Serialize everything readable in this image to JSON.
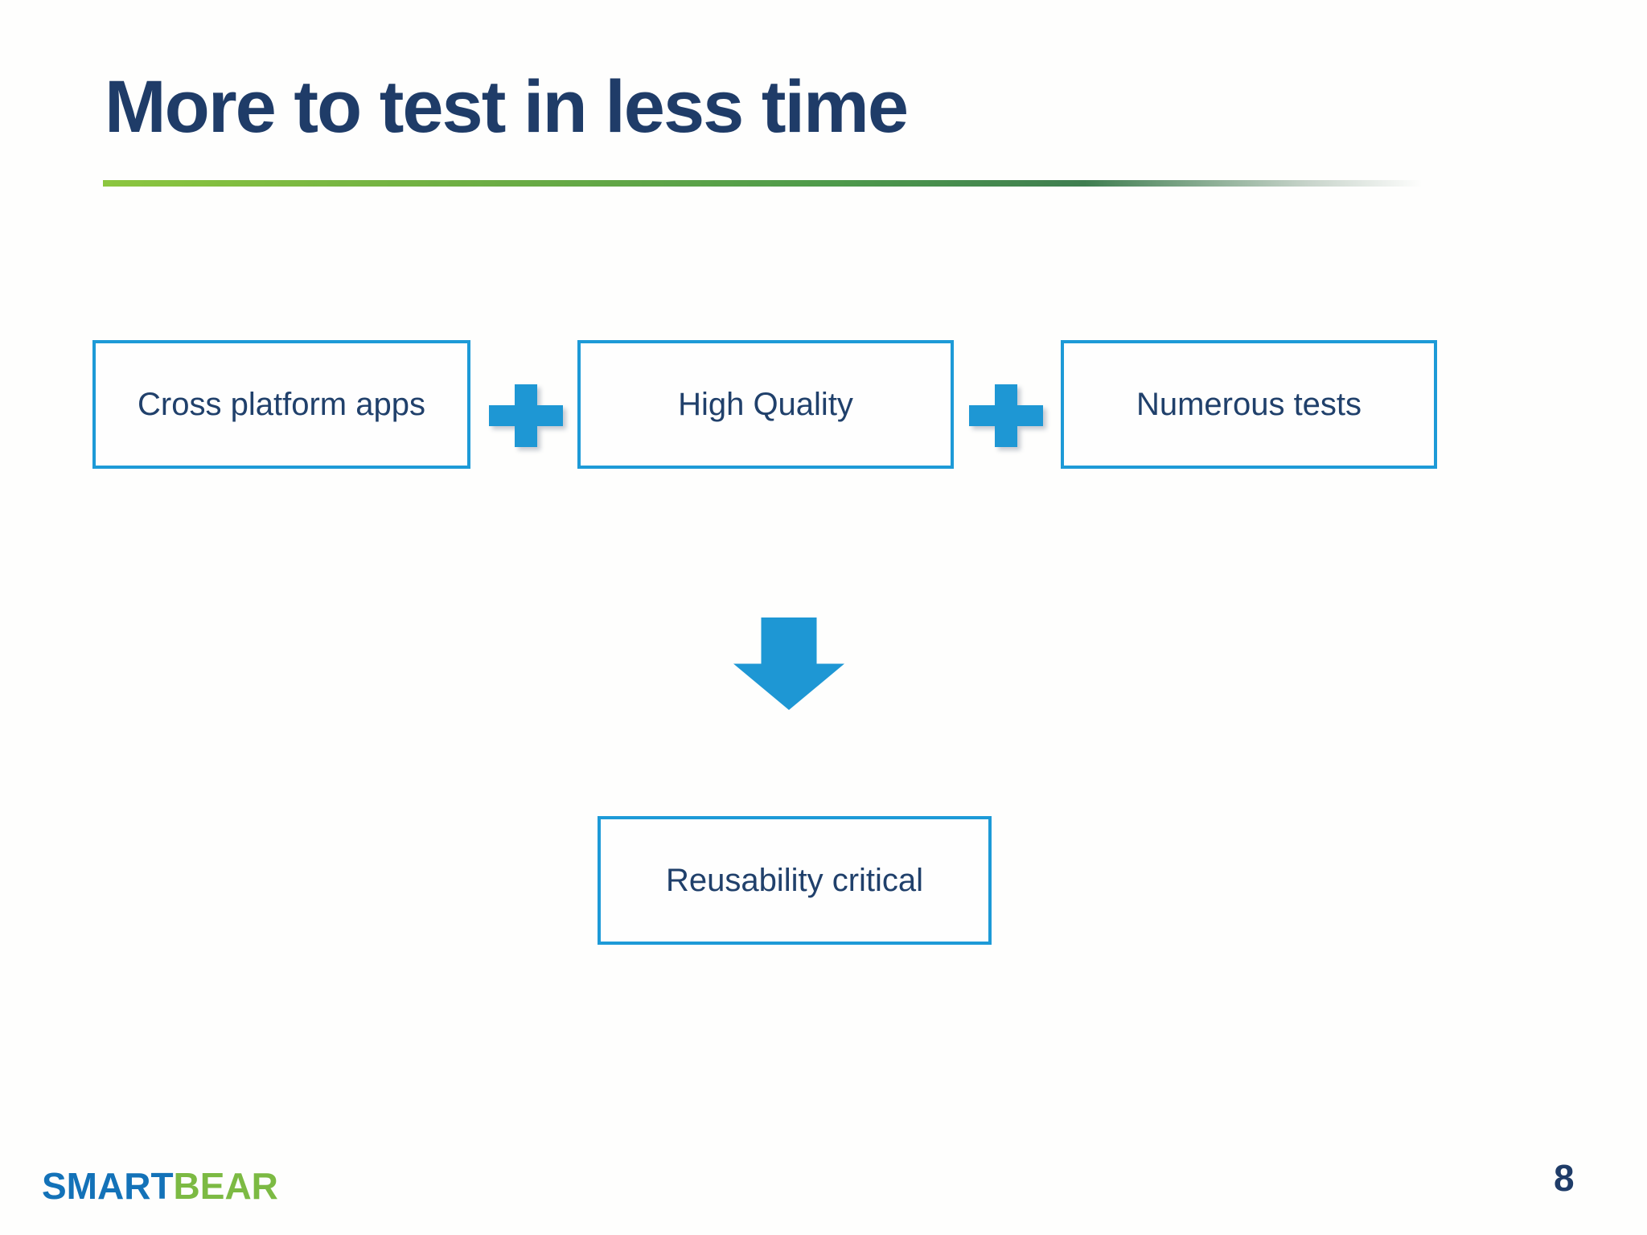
{
  "slide": {
    "title": "More to test in less time",
    "page_number": "8",
    "logo": {
      "smart": "SMART",
      "bear": "BEAR"
    }
  },
  "diagram": {
    "top_boxes": [
      {
        "label": "Cross platform apps"
      },
      {
        "label": "High Quality"
      },
      {
        "label": "Numerous tests"
      }
    ],
    "operator_icons": [
      "plus-icon",
      "plus-icon"
    ],
    "flow_icon": "down-arrow-icon",
    "result_box": {
      "label": "Reusability critical"
    }
  },
  "colors": {
    "title-navy": "#1F3C68",
    "text-navy": "#20406B",
    "box-border-blue": "#1D9AD7",
    "shape-blue": "#1E97D4",
    "logo-blue": "#1372B8",
    "logo-green": "#7CBA43",
    "rule-green-start": "#8CC63F",
    "rule-green-mid": "#4E9A4B",
    "rule-green-end": "#3F7E50"
  }
}
